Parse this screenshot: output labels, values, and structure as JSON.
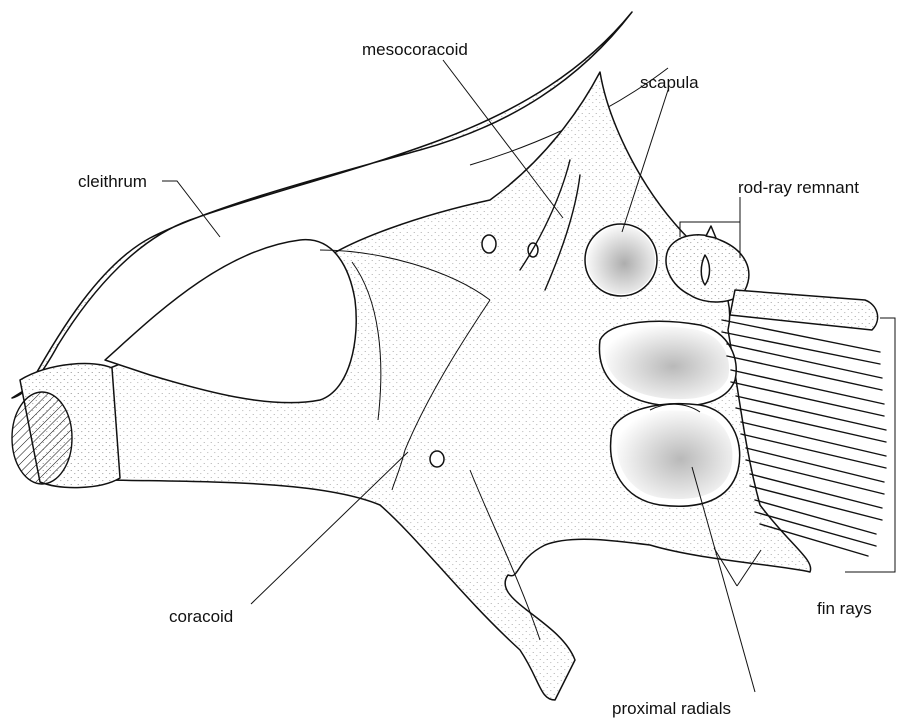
{
  "labels": {
    "mesocoracoid": "mesocoracoid",
    "scapula": "scapula",
    "cleithrum": "cleithrum",
    "rod_ray_remnant": "rod-ray remnant",
    "coracoid": "coracoid",
    "fin_rays": "fin rays",
    "proximal_radials": "proximal radials"
  },
  "colors": {
    "ink": "#111111",
    "paper": "#ffffff"
  }
}
